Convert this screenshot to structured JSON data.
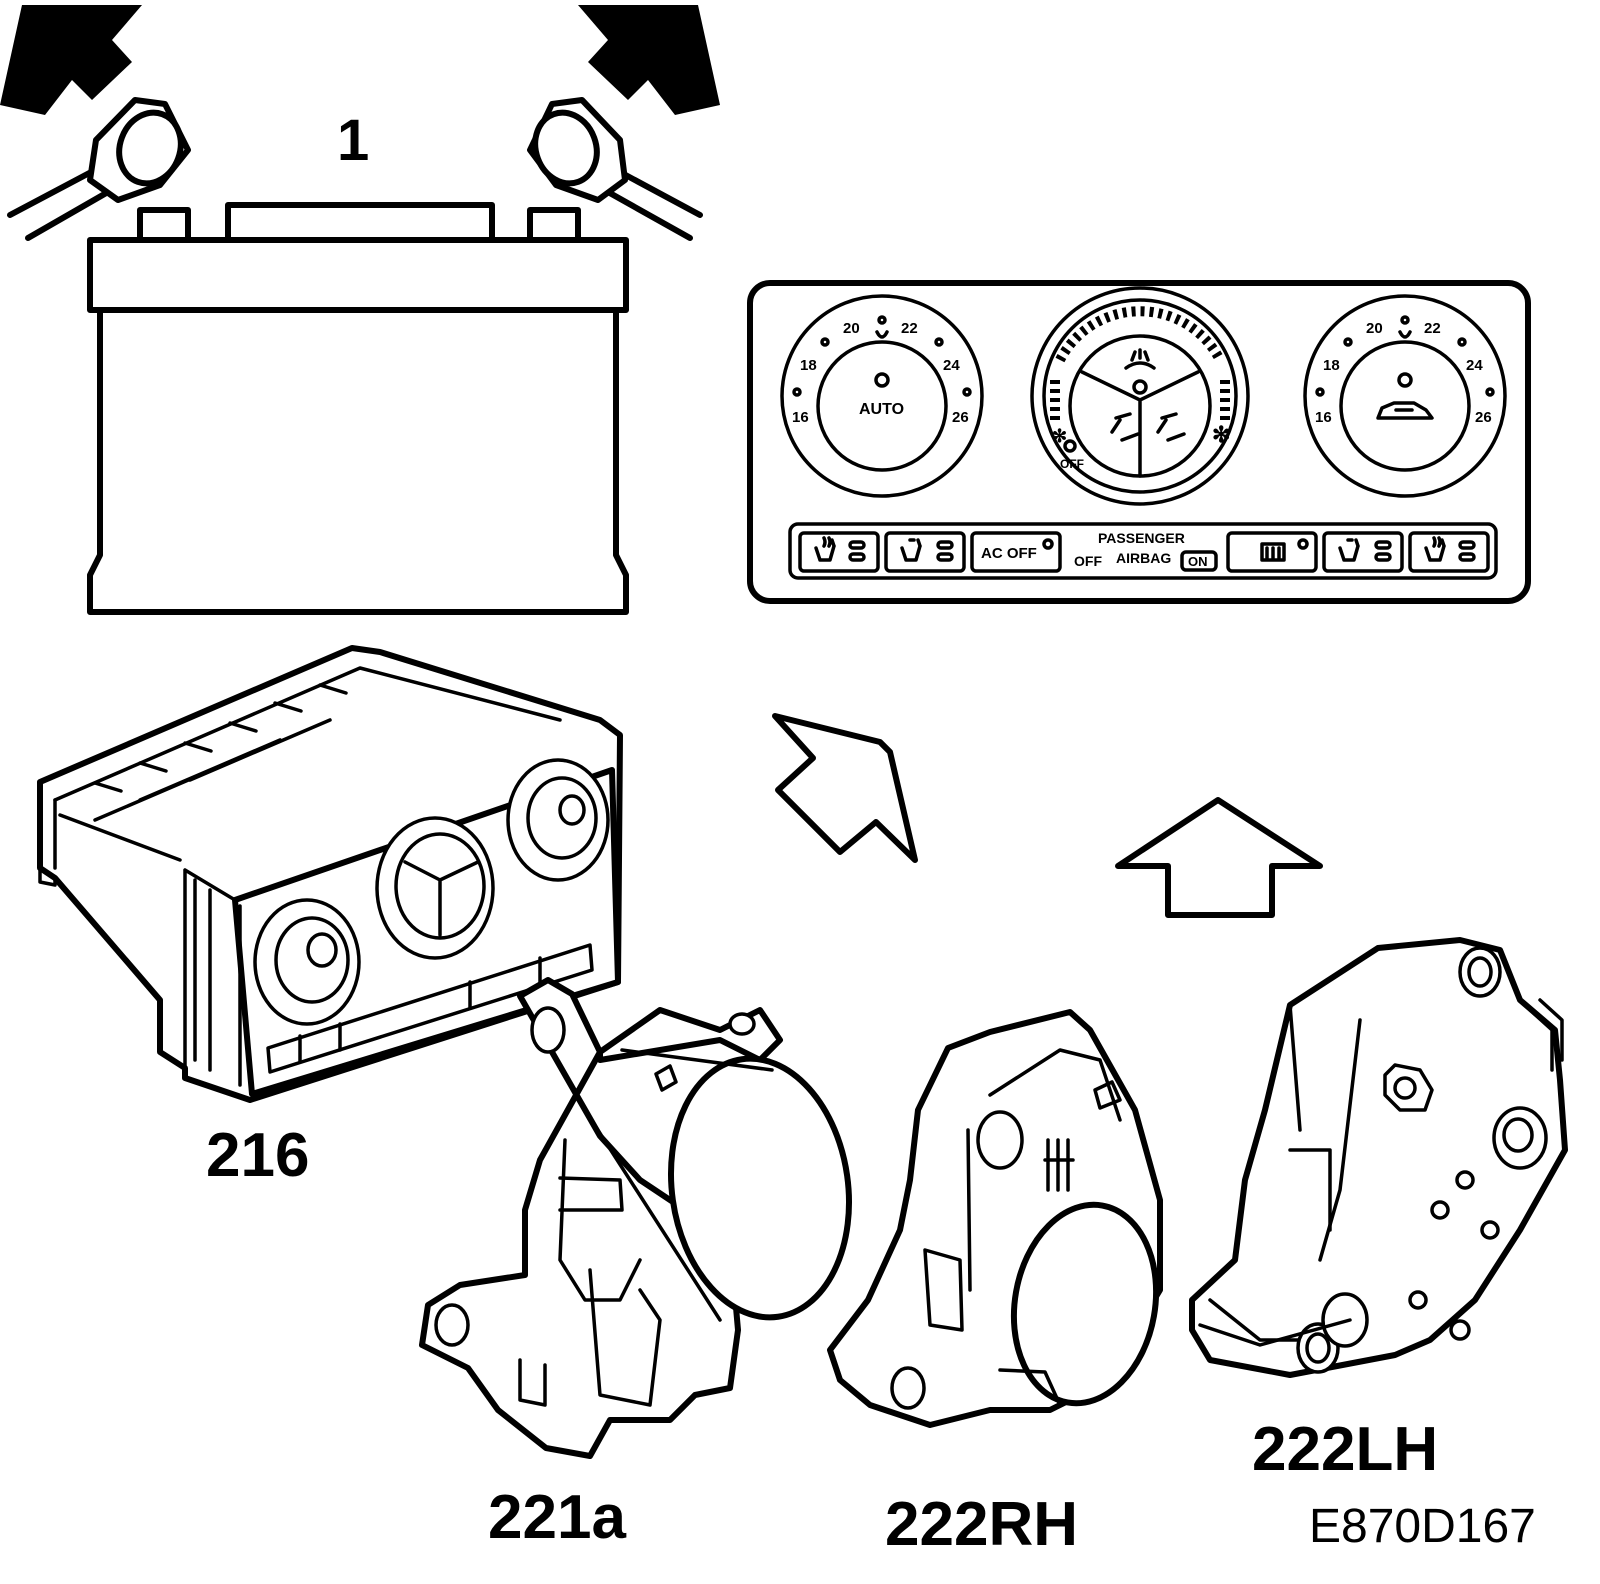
{
  "callouts": {
    "battery": "1",
    "control_unit": "216",
    "actuator_221a": "221a",
    "actuator_222rh": "222RH",
    "actuator_222lh": "222LH"
  },
  "figure_ref": "E870D167",
  "panel": {
    "left_dial": {
      "ticks": [
        "20",
        "22",
        "18",
        "24",
        "16",
        "26"
      ],
      "center": "AUTO"
    },
    "right_dial": {
      "ticks": [
        "20",
        "22",
        "18",
        "24",
        "16",
        "26"
      ]
    },
    "fan_off": "OFF",
    "buttons": {
      "ac_off": "AC OFF"
    },
    "airbag": {
      "line1": "PASSENGER",
      "line2": "AIRBAG",
      "off": "OFF",
      "on": "ON"
    }
  },
  "icons": [
    "battery-terminal-cable-icon",
    "seat-heater-icon",
    "seat-fan-icon",
    "rear-defrost-icon",
    "windscreen-defrost-icon",
    "fan-icon",
    "recirculation-car-icon",
    "arrow-icon"
  ]
}
